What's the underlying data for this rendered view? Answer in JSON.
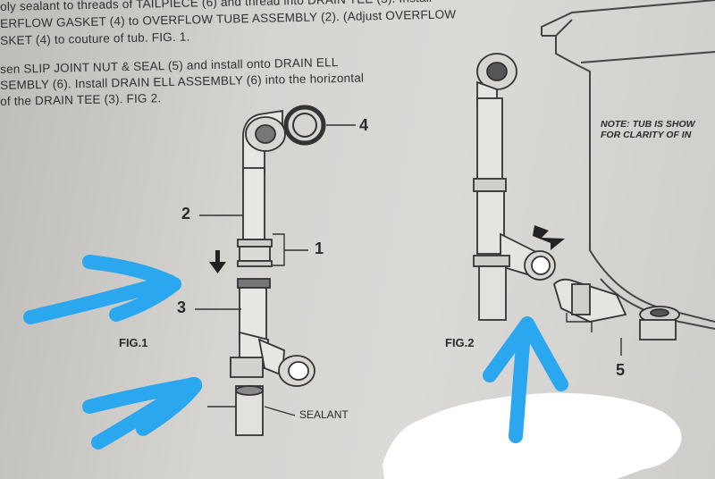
{
  "instructions": {
    "line1": "oly sealant to threads of TAILPIECE (6) and thread into DRAIN TEE (3). Install",
    "line2": "ERFLOW GASKET (4) to OVERFLOW TUBE ASSEMBLY (2). (Adjust OVERFLOW",
    "line3": "SKET (4) to couture of tub. FIG. 1.",
    "line4": "sen SLIP JOINT NUT & SEAL (5) and install onto DRAIN ELL",
    "line5": "SEMBLY (6). Install DRAIN ELL ASSEMBLY (6) into the horizontal",
    "line6": "of the DRAIN TEE (3). FIG 2."
  },
  "labels": {
    "part1": "1",
    "part2": "2",
    "part3": "3",
    "part4": "4",
    "part5": "5",
    "sealant": "SEALANT"
  },
  "figures": {
    "fig1": "FIG.1",
    "fig2": "FIG.2"
  },
  "note": {
    "line1": "NOTE: TUB IS SHOW",
    "line2": "FOR CLARITY OF IN"
  },
  "colors": {
    "annotation_blue": "#2aa7ee",
    "redaction": "#ffffff"
  }
}
